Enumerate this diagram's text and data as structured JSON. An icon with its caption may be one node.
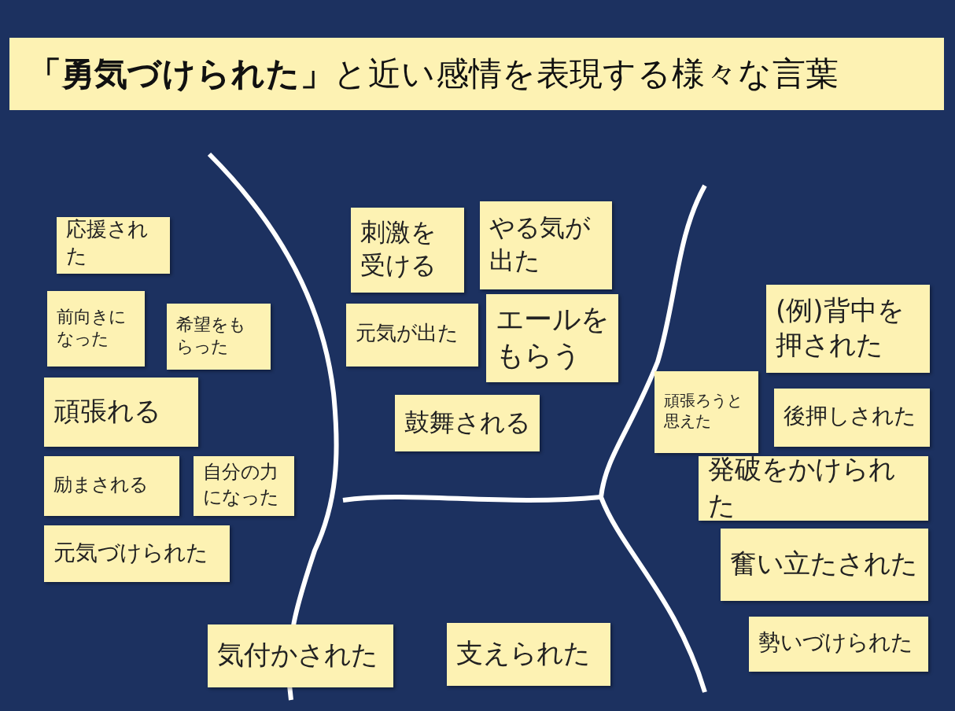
{
  "diagram": {
    "title": "**「勇気づけられた」**と近い感情を表現する様々な言葉",
    "nodes": [
      {
        "text": [
          "応援された"
        ]
      },
      {
        "text": [
          "前向きになった"
        ]
      },
      {
        "text": [
          "希望をもらった"
        ]
      },
      {
        "text": [
          "頑張れる"
        ]
      },
      {
        "text": [
          "励まされる"
        ]
      },
      {
        "text": [
          "自分の力になった"
        ]
      },
      {
        "text": [
          "元気づけられた"
        ]
      },
      {
        "text": [
          "刺激を受ける"
        ]
      },
      {
        "text": [
          "やる気が出た"
        ]
      },
      {
        "text": [
          "元気が出た"
        ]
      },
      {
        "text": [
          "エールをもらう"
        ]
      },
      {
        "text": [
          "鼓舞される"
        ]
      },
      {
        "text": [
          "(例)背中を押された"
        ]
      },
      {
        "text": [
          "頑張ろうと思えた"
        ]
      },
      {
        "text": [
          "後押しされた"
        ]
      },
      {
        "text": [
          "発破をかけられた"
        ]
      },
      {
        "text": [
          "奮い立たされた"
        ]
      },
      {
        "text": [
          "勢いづけられた"
        ]
      },
      {
        "text": [
          "気付かされた"
        ]
      },
      {
        "text": [
          "支えられた"
        ]
      }
    ]
  }
}
